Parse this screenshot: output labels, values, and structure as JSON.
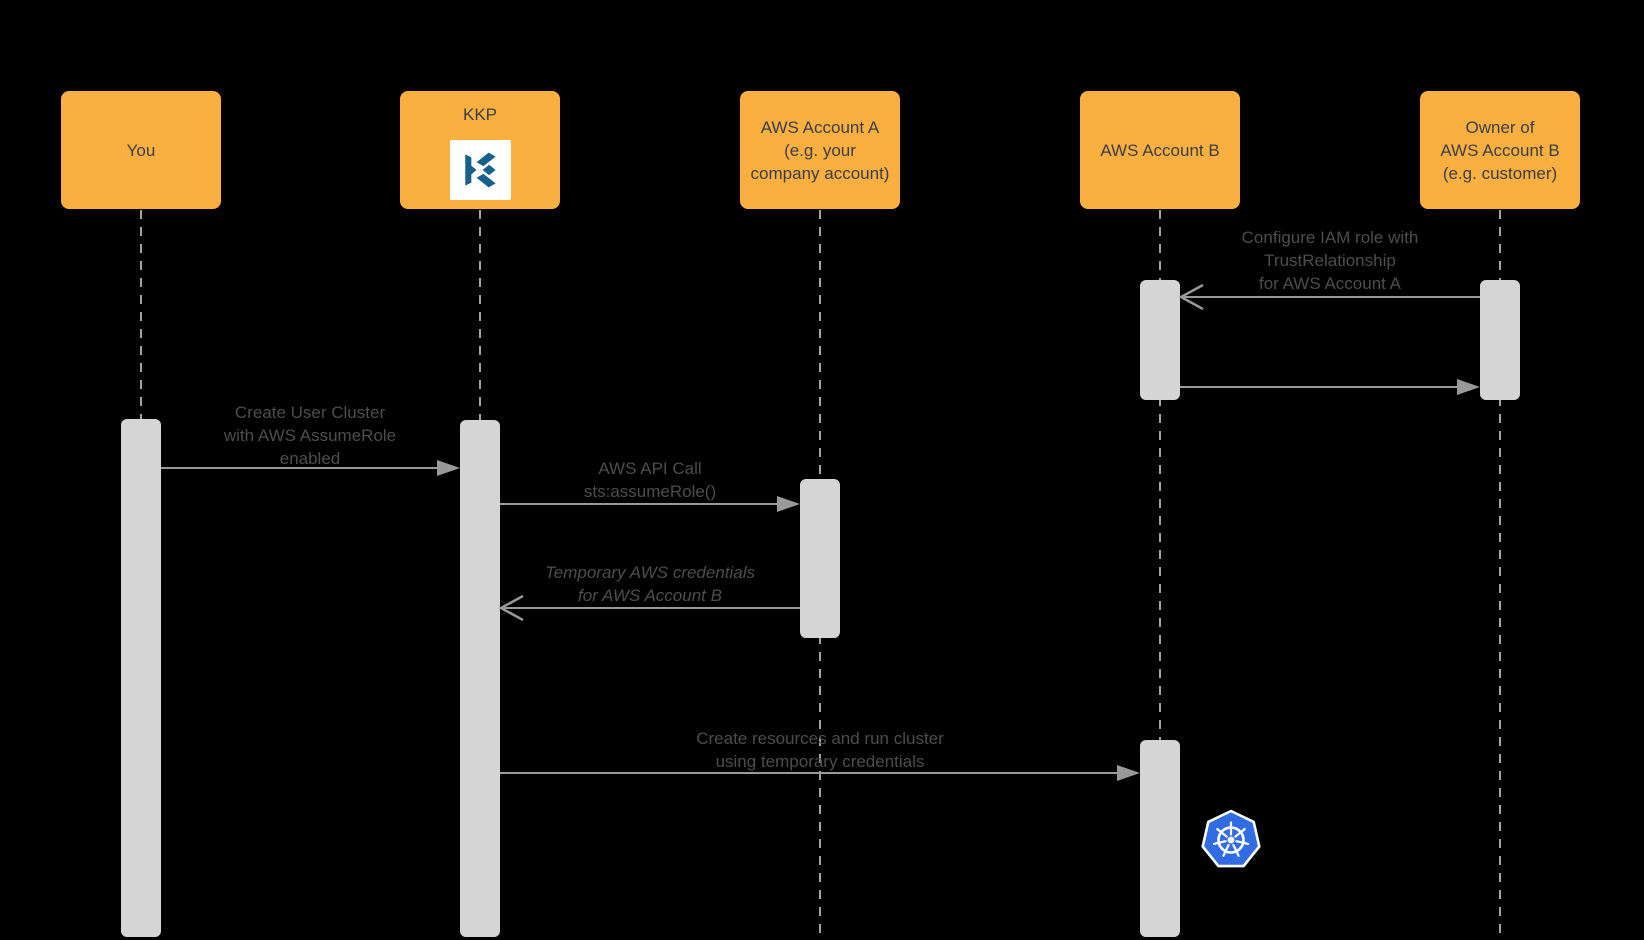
{
  "diagram": {
    "kind": "sequence-diagram",
    "background": "#000000"
  },
  "colors": {
    "actor_fill": "#F9B041",
    "actor_text": "#3A3E44",
    "activation_fill": "#D5D5D5",
    "arrow_line": "#999999",
    "lifeline": "#A3A3A3",
    "message_text": "#4D4D4D",
    "kubernetes_blue": "#326CE5",
    "kubermatic_blue": "#15618C",
    "logo_chip_bg": "#FFFFFF"
  },
  "actors": [
    {
      "id": "you",
      "lines": [
        "You"
      ]
    },
    {
      "id": "kkp",
      "lines": [
        "KKP"
      ],
      "icon": "kubermatic-logo"
    },
    {
      "id": "aws-account-a",
      "lines": [
        "AWS Account A",
        "(e.g. your",
        "company account)"
      ]
    },
    {
      "id": "aws-account-b",
      "lines": [
        "AWS Account B"
      ]
    },
    {
      "id": "owner-account-b",
      "lines": [
        "Owner of",
        "AWS Account B",
        "(e.g. customer)"
      ]
    }
  ],
  "messages": [
    {
      "id": "configure-iam-role",
      "from": "owner-account-b",
      "to": "aws-account-b",
      "arrowhead": "open",
      "italic": false,
      "lines": [
        "Configure IAM role with",
        "TrustRelationship",
        "for AWS Account A"
      ]
    },
    {
      "id": "iam-role-ack",
      "from": "aws-account-b",
      "to": "owner-account-b",
      "arrowhead": "solid",
      "italic": false,
      "lines": []
    },
    {
      "id": "create-user-cluster",
      "from": "you",
      "to": "kkp",
      "arrowhead": "solid",
      "italic": false,
      "lines": [
        "Create User Cluster",
        "with AWS AssumeRole",
        "enabled"
      ]
    },
    {
      "id": "aws-api-call",
      "from": "kkp",
      "to": "aws-account-a",
      "arrowhead": "solid",
      "italic": false,
      "lines": [
        "AWS API Call",
        "sts:assumeRole()"
      ]
    },
    {
      "id": "temporary-credentials",
      "from": "aws-account-a",
      "to": "kkp",
      "arrowhead": "open",
      "italic": true,
      "lines": [
        "Temporary AWS credentials",
        "for AWS Account B"
      ]
    },
    {
      "id": "create-resources",
      "from": "kkp",
      "to": "aws-account-b",
      "arrowhead": "solid",
      "italic": false,
      "lines": [
        "Create resources and run cluster",
        "using temporary credentials"
      ]
    }
  ],
  "icons": [
    {
      "name": "kubermatic-logo"
    },
    {
      "name": "kubernetes-logo"
    }
  ]
}
